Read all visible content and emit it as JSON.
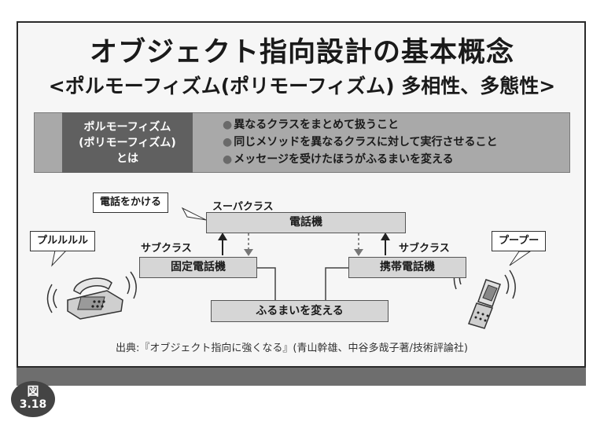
{
  "title": "オブジェクト指向設計の基本概念",
  "subtitle": "<ポルモーフィズム(ポリモーフィズム) 多相性、多態性>",
  "definition": {
    "heading_lines": [
      "ポルモーフィズム",
      "(ポリモーフィズム)",
      "とは"
    ],
    "bullets": [
      "異なるクラスをまとめて扱うこと",
      "同じメソッドを異なるクラスに対して実行させること",
      "メッセージを受けたほうがふるまいを変える"
    ]
  },
  "diagram": {
    "call_label": "電話をかける",
    "superclass_label": "スーパクラス",
    "superclass_name": "電話機",
    "subclass_label_left": "サブクラス",
    "subclass_label_right": "サブクラス",
    "subclass_left": "固定電話機",
    "subclass_right": "携帯電話機",
    "behavior": "ふるまいを変える",
    "sound_left": "プルルルル",
    "sound_right": "プープー"
  },
  "source": "出典:『オブジェクト指向に強くなる』(青山幹雄、中谷多哉子著/技術評論社)",
  "figure": {
    "label": "図",
    "number": "3.18"
  },
  "colors": {
    "dark_gray": "#606060",
    "box_gray": "#a9a9a9",
    "class_gray": "#d6d6d6",
    "band_gray": "#6e6e6e"
  }
}
